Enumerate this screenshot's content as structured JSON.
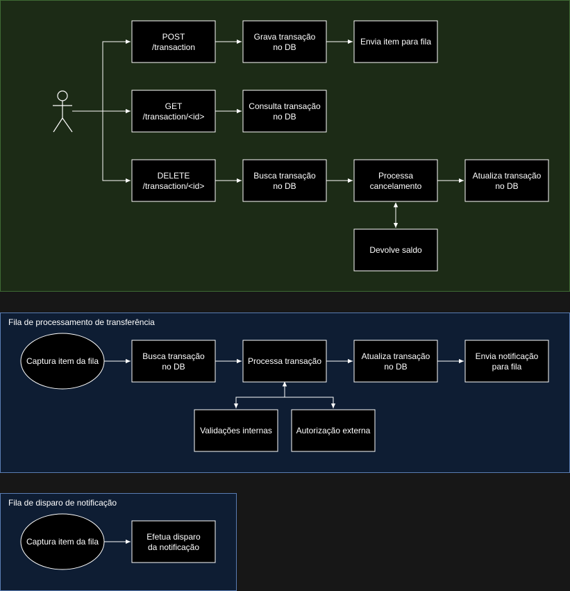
{
  "groups": {
    "api": {
      "color": "#1c2b16",
      "border": "#3f6b34"
    },
    "transfer": {
      "title": "Fila de processamento de transferência",
      "color": "#0e1d33",
      "border": "#5a7db3"
    },
    "notify": {
      "title": "Fila de disparo de notificação",
      "color": "#0e1d33",
      "border": "#5a7db3"
    }
  },
  "nodes": {
    "post": {
      "lines": [
        "POST",
        "/transaction"
      ]
    },
    "grava": {
      "lines": [
        "Grava transação",
        "no DB"
      ]
    },
    "envia_fila": {
      "lines": [
        "Envia item para fila"
      ]
    },
    "get": {
      "lines": [
        "GET",
        "/transaction/<id>"
      ]
    },
    "consulta": {
      "lines": [
        "Consulta transação",
        "no DB"
      ]
    },
    "delete": {
      "lines": [
        "DELETE",
        "/transaction/<id>"
      ]
    },
    "busca1": {
      "lines": [
        "Busca transação",
        "no DB"
      ]
    },
    "processa_cancel": {
      "lines": [
        "Processa",
        "cancelamento"
      ]
    },
    "atualiza1": {
      "lines": [
        "Atualiza transação",
        "no DB"
      ]
    },
    "devolve": {
      "lines": [
        "Devolve saldo"
      ]
    },
    "captura1": {
      "lines": [
        "Captura item da fila"
      ]
    },
    "busca2": {
      "lines": [
        "Busca transação",
        "no DB"
      ]
    },
    "processa_transacao": {
      "lines": [
        "Processa transação"
      ]
    },
    "atualiza2": {
      "lines": [
        "Atualiza transação",
        "no DB"
      ]
    },
    "envia_notif": {
      "lines": [
        "Envia notificação",
        "para fila"
      ]
    },
    "validacoes": {
      "lines": [
        "Validações internas"
      ]
    },
    "autorizacao": {
      "lines": [
        "Autorização externa"
      ]
    },
    "captura2": {
      "lines": [
        "Captura item da fila"
      ]
    },
    "efetua": {
      "lines": [
        "Efetua disparo",
        "da notificação"
      ]
    }
  },
  "edges": [
    {
      "from": "actor",
      "to": "post"
    },
    {
      "from": "actor",
      "to": "get"
    },
    {
      "from": "actor",
      "to": "delete"
    },
    {
      "from": "post",
      "to": "grava"
    },
    {
      "from": "grava",
      "to": "envia_fila"
    },
    {
      "from": "get",
      "to": "consulta"
    },
    {
      "from": "delete",
      "to": "busca1"
    },
    {
      "from": "busca1",
      "to": "processa_cancel"
    },
    {
      "from": "processa_cancel",
      "to": "atualiza1"
    },
    {
      "from": "processa_cancel",
      "to": "devolve",
      "bidirectional": true
    },
    {
      "from": "captura1",
      "to": "busca2"
    },
    {
      "from": "busca2",
      "to": "processa_transacao"
    },
    {
      "from": "processa_transacao",
      "to": "atualiza2"
    },
    {
      "from": "atualiza2",
      "to": "envia_notif"
    },
    {
      "from": "processa_transacao",
      "to": "validacoes"
    },
    {
      "from": "processa_transacao",
      "to": "autorizacao"
    },
    {
      "from": "captura2",
      "to": "efetua"
    }
  ]
}
